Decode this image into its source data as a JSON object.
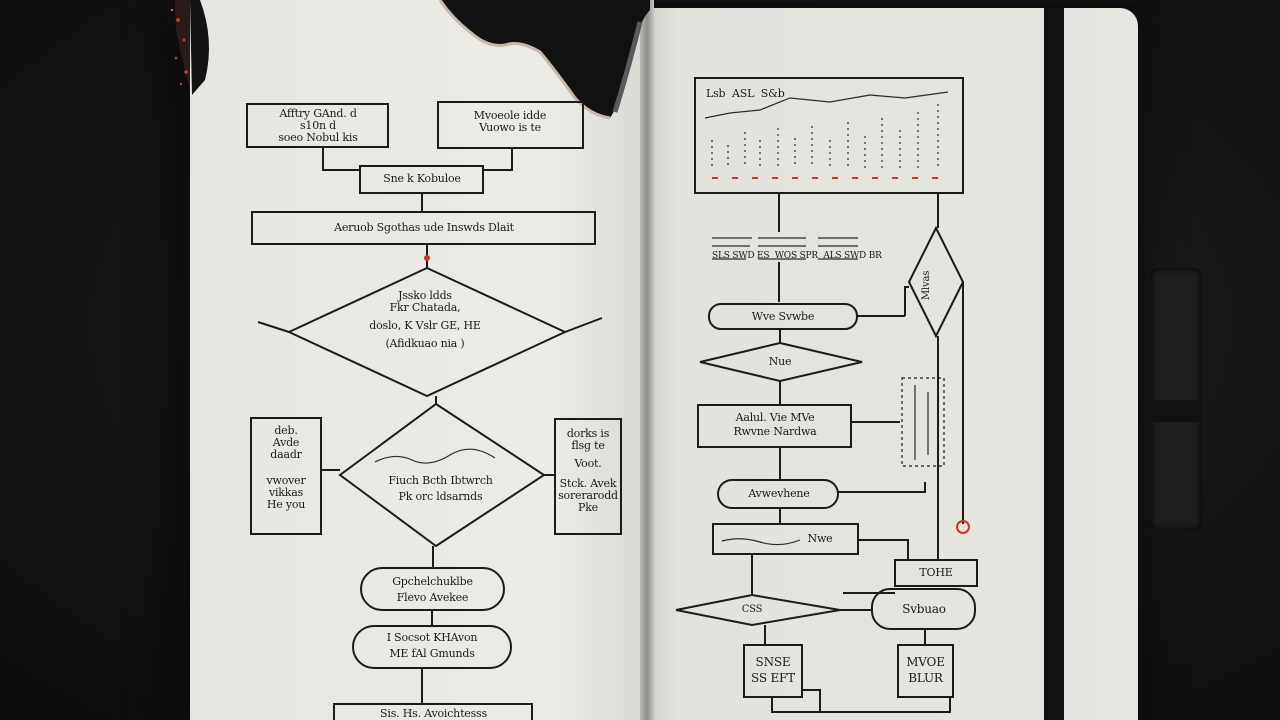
{
  "scene": "open notebook with hand-drawn flowcharts",
  "colors": {
    "paper": "#e8e7e2",
    "ink": "#1b1b1b",
    "accent": "#c0392b",
    "background": "#141414"
  },
  "left_page": {
    "box_top_left": [
      "Afftry GAnd. d",
      "s10n d",
      "soeo Nobul kis"
    ],
    "box_top_right": [
      "Mvoeole idde",
      "Vuowo is te"
    ],
    "box_merge": "Sne k Kobuloe",
    "bar_wide": "Aeruob Sgothas ude Inswds Dlait",
    "diamond_main": [
      "Jssko ldds",
      "Fkr Chatada,",
      "doslo, K Vslr GE, HE",
      "(Afidkuao nia )"
    ],
    "box_side_left": [
      "deb.",
      "Avde",
      "daadr",
      "vwover",
      "vikkas",
      "He you"
    ],
    "diamond_second": [
      "Fiuch Bcth Ibtwrch",
      "Pk orc ldsarnds"
    ],
    "box_side_right": [
      "dorks is",
      "flsg te",
      "Voot.",
      "Stck. Avek",
      "sorerarodd",
      "Pke"
    ],
    "pill_one": [
      "Gpchelchuklbe",
      "Flevo Avekee"
    ],
    "pill_two": [
      "I Socsot KHAvon",
      "ME fAl Gmunds"
    ],
    "bottom_box": "Sis. Hs. Avoichtesss"
  },
  "right_page": {
    "chart_header": [
      "Lsb",
      "ASL",
      "S&b"
    ],
    "text_rows": [
      "SLS SWD ES",
      "WOS SPR",
      "ALS SWD BR"
    ],
    "pill_top": "Wve Svwbe",
    "diamond_small": "Nue",
    "box_mid": [
      "Aalul. Vie MVe",
      "Rwvne Nardwa"
    ],
    "pill_mid": "Avwevhene",
    "box_lower": "Nwe",
    "diamond_right": "Mlvas",
    "box_tohe": "TOHE",
    "box_svs": "Svbuao",
    "diamond_bottom": "CSS",
    "box_bottom_left": [
      "SNSE",
      "SS EFT"
    ],
    "box_bottom_right": [
      "MVOE",
      "BLUR"
    ]
  }
}
